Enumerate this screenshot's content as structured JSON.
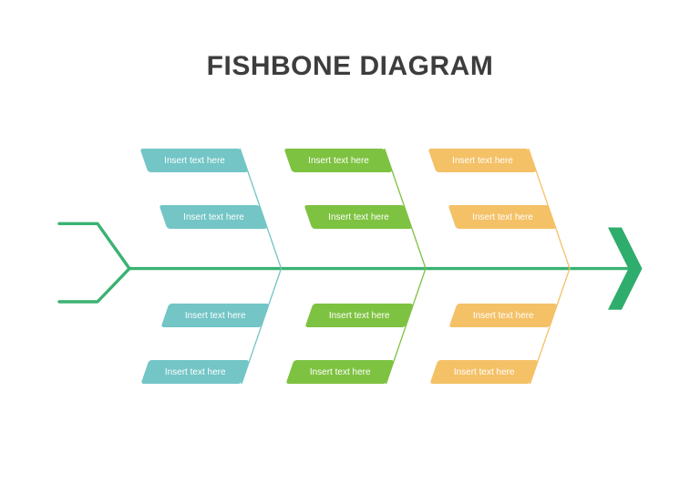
{
  "title": "FISHBONE DIAGRAM",
  "colors": {
    "page_bg": "#ffffff",
    "title_text": "#3d3d3d",
    "spine": "#3bb273",
    "head": "#2fad6c",
    "teal": "#73c5c6",
    "green": "#7ec241",
    "orange": "#f4c167",
    "box_text": "#ffffff"
  },
  "groups": [
    {
      "id": "left",
      "color": "teal",
      "boxes": [
        {
          "label": "Insert text here"
        },
        {
          "label": "Insert text here"
        },
        {
          "label": "Insert text here"
        },
        {
          "label": "Insert text here"
        }
      ]
    },
    {
      "id": "middle",
      "color": "green",
      "boxes": [
        {
          "label": "Insert text here"
        },
        {
          "label": "Insert text here"
        },
        {
          "label": "Insert text here"
        },
        {
          "label": "Insert text here"
        }
      ]
    },
    {
      "id": "right",
      "color": "orange",
      "boxes": [
        {
          "label": "Insert text here"
        },
        {
          "label": "Insert text here"
        },
        {
          "label": "Insert text here"
        },
        {
          "label": "Insert text here"
        }
      ]
    }
  ]
}
